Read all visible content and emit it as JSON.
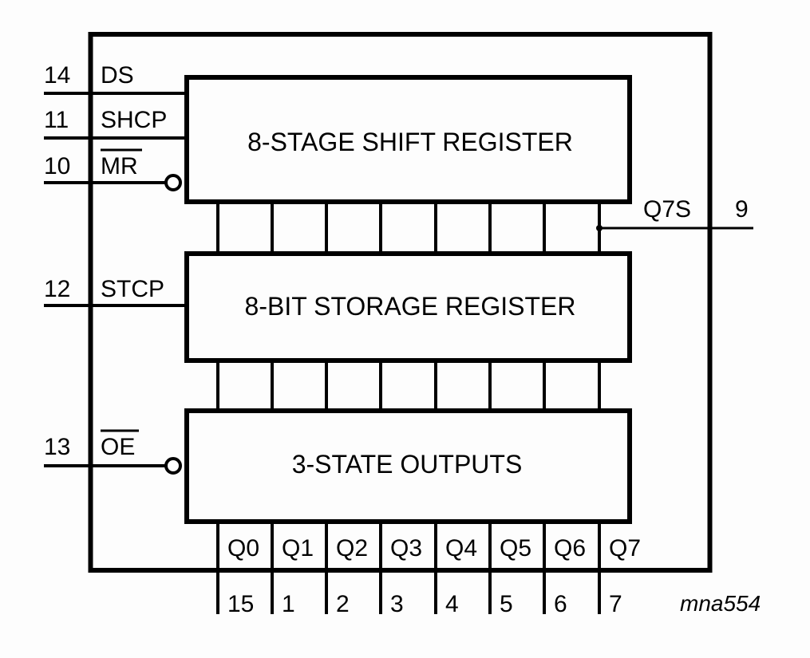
{
  "diagram": {
    "title_ref": "mna554",
    "blocks": [
      {
        "id": "shift",
        "label": "8-STAGE SHIFT REGISTER"
      },
      {
        "id": "storage",
        "label": "8-BIT STORAGE REGISTER"
      },
      {
        "id": "outputs",
        "label": "3-STATE OUTPUTS"
      }
    ],
    "inputs": [
      {
        "pin": "14",
        "name": "DS",
        "inverted": false
      },
      {
        "pin": "11",
        "name": "SHCP",
        "inverted": false
      },
      {
        "pin": "10",
        "name": "MR",
        "inverted": true
      },
      {
        "pin": "12",
        "name": "STCP",
        "inverted": false
      },
      {
        "pin": "13",
        "name": "OE",
        "inverted": true
      }
    ],
    "serial_output": {
      "name": "Q7S",
      "pin": "9"
    },
    "outputs": [
      {
        "name": "Q0",
        "pin": "15"
      },
      {
        "name": "Q1",
        "pin": "1"
      },
      {
        "name": "Q2",
        "pin": "2"
      },
      {
        "name": "Q3",
        "pin": "3"
      },
      {
        "name": "Q4",
        "pin": "4"
      },
      {
        "name": "Q5",
        "pin": "5"
      },
      {
        "name": "Q6",
        "pin": "6"
      },
      {
        "name": "Q7",
        "pin": "7"
      }
    ]
  }
}
